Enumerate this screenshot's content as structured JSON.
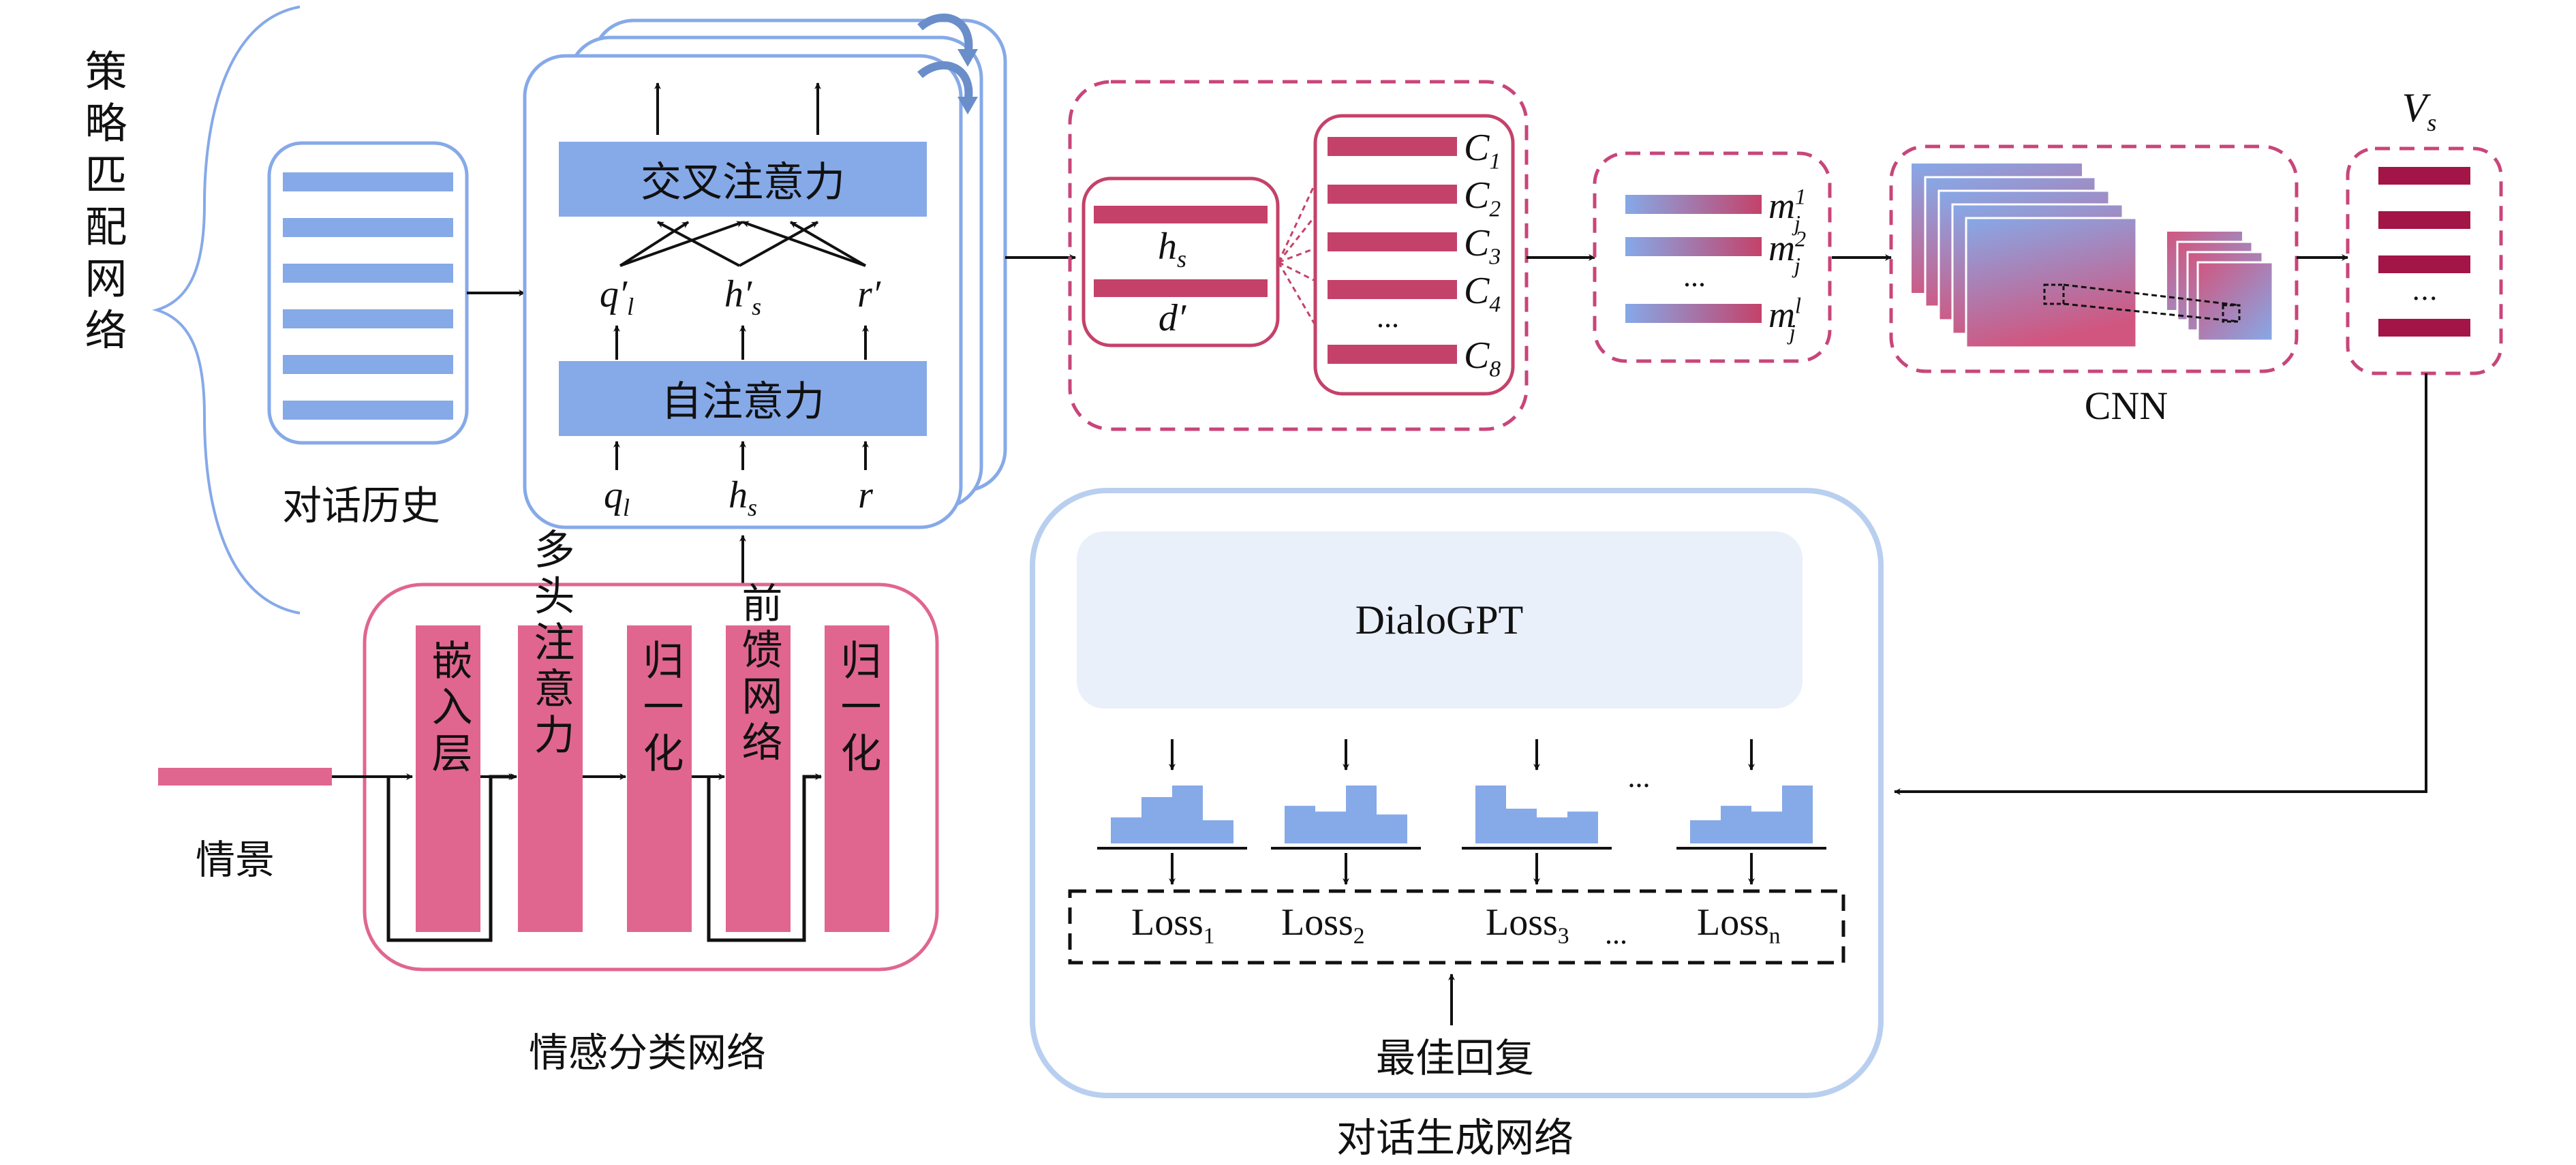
{
  "labels": {
    "strategy_network": "策略匹配网络",
    "dialog_history": "对话历史",
    "cross_attention": "交叉注意力",
    "self_attention": "自注意力",
    "scenario": "情景",
    "emotion_network": "情感分类网络",
    "embedding_layer": "嵌入层",
    "multihead_attention": "多头注意力",
    "normalize_1": "归一化",
    "feed_forward": "前馈网络",
    "normalize_2": "归一化",
    "cnn": "CNN",
    "dialogpt": "DialoGPT",
    "best_reply": "最佳回复",
    "generation_network": "对话生成网络",
    "ellipsis": "..."
  },
  "vars": {
    "q_l_prime": "q′",
    "q_l_prime_sub": "l",
    "h_s_prime": "h′",
    "h_s_prime_sub": "s",
    "r_prime": "r′",
    "q_l": "q",
    "q_l_sub": "l",
    "h_s": "h",
    "h_s_sub": "s",
    "r": "r",
    "hs_box": "h",
    "hs_box_sub": "s",
    "d_prime": "d′",
    "v_s": "V",
    "v_s_sub": "s"
  },
  "candidates": [
    {
      "base": "C",
      "sub": "1"
    },
    {
      "base": "C",
      "sub": "2"
    },
    {
      "base": "C",
      "sub": "3"
    },
    {
      "base": "C",
      "sub": "4"
    },
    {
      "base": "...",
      "sub": ""
    },
    {
      "base": "C",
      "sub": "8"
    }
  ],
  "match_vectors": [
    {
      "base": "m",
      "sup": "1",
      "sub": "j"
    },
    {
      "base": "m",
      "sup": "2",
      "sub": "j"
    },
    {
      "base": "...",
      "sup": "",
      "sub": ""
    },
    {
      "base": "m",
      "sup": "l",
      "sub": "j"
    }
  ],
  "losses": [
    {
      "base": "Loss",
      "sub": "1"
    },
    {
      "base": "Loss",
      "sub": "2"
    },
    {
      "base": "Loss",
      "sub": "3"
    },
    {
      "base": "...",
      "sub": ""
    },
    {
      "base": "Loss",
      "sub": "n"
    }
  ],
  "colors": {
    "blue": "#86a9e8",
    "blue_stroke": "#7ea4e6",
    "pink": "#e0668f",
    "crimson": "#c4426a",
    "dark_red": "#a41547",
    "dashed_pink": "#c8457a",
    "light_blue_panel": "#eaf0fa",
    "gen_border": "#b9cff0"
  }
}
